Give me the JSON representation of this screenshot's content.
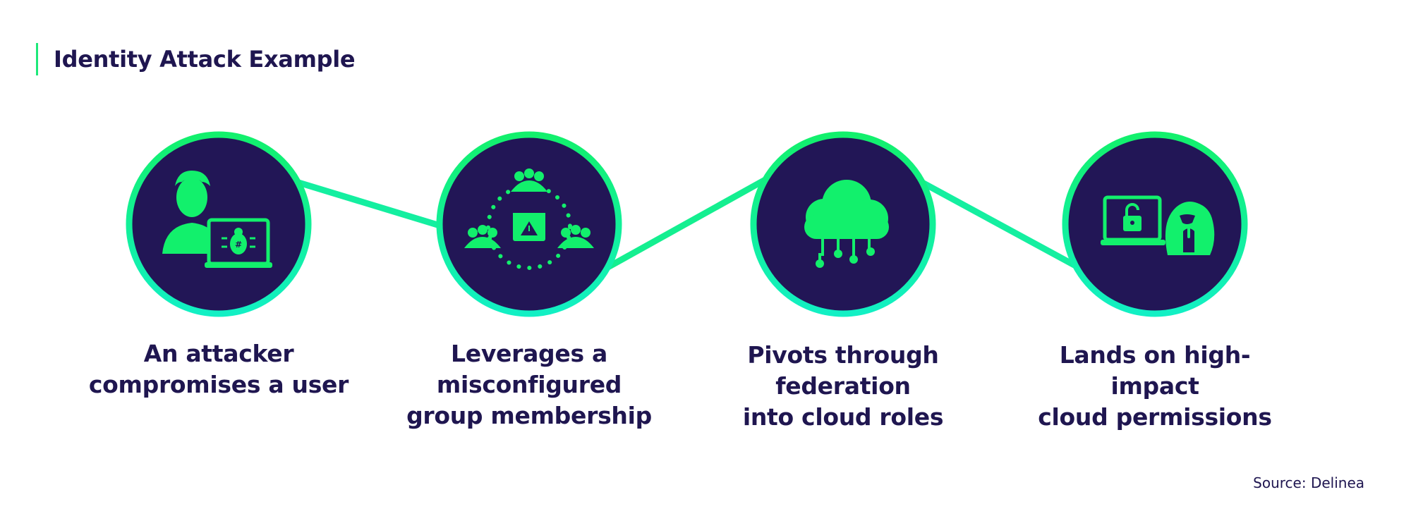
{
  "title": "Identity Attack Example",
  "steps": [
    {
      "label": "An attacker\ncompromises a user",
      "icon": "attacker-laptop-icon"
    },
    {
      "label": "Leverages a\nmisconfigured\ngroup membership",
      "icon": "group-warning-icon"
    },
    {
      "label": "Pivots through\nfederation\ninto cloud roles",
      "icon": "cloud-network-icon"
    },
    {
      "label": "Lands on high-impact\ncloud permissions",
      "icon": "unlocked-laptop-hacker-icon"
    }
  ],
  "source": "Source: Delinea",
  "colors": {
    "circle_fill": "#221656",
    "accent_green": "#12f06c",
    "accent_cyan": "#12f0c4",
    "text": "#1f1650"
  }
}
